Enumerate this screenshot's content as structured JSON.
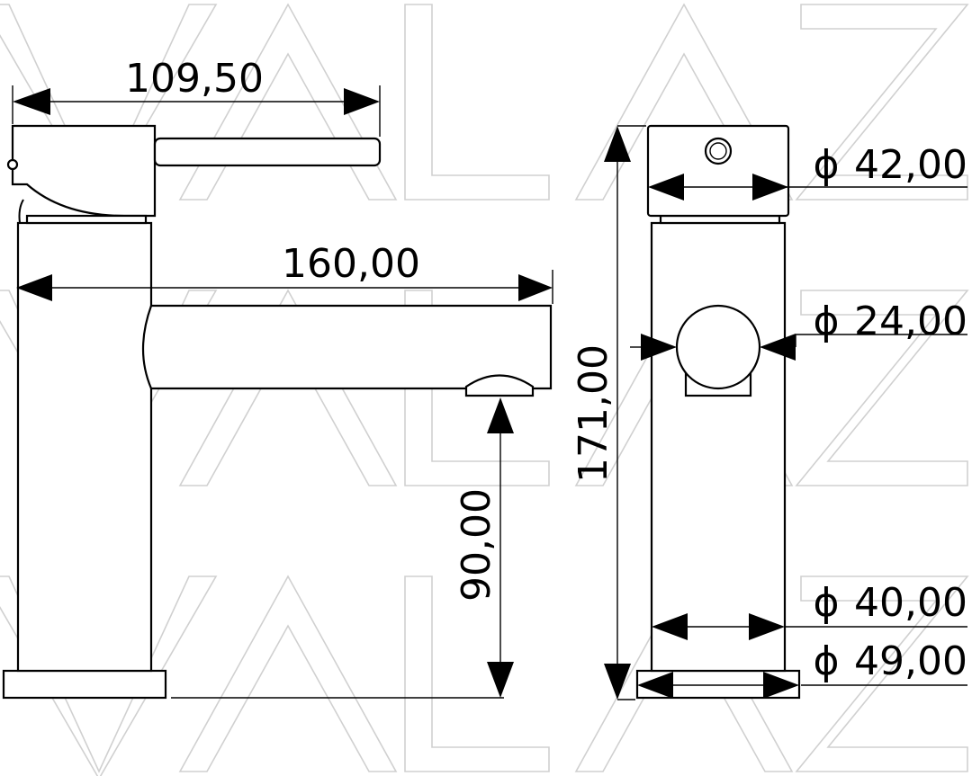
{
  "watermark": {
    "text": "VALAZ",
    "rows": 3
  },
  "dimensions": {
    "handle_length": "109,50",
    "spout_length": "160,00",
    "spout_height": "90,00",
    "total_height": "171,00",
    "dia_handle": "42,00",
    "dia_spout": "24,00",
    "dia_body": "40,00",
    "dia_base": "49,00"
  },
  "symbols": {
    "diameter": "ϕ"
  }
}
